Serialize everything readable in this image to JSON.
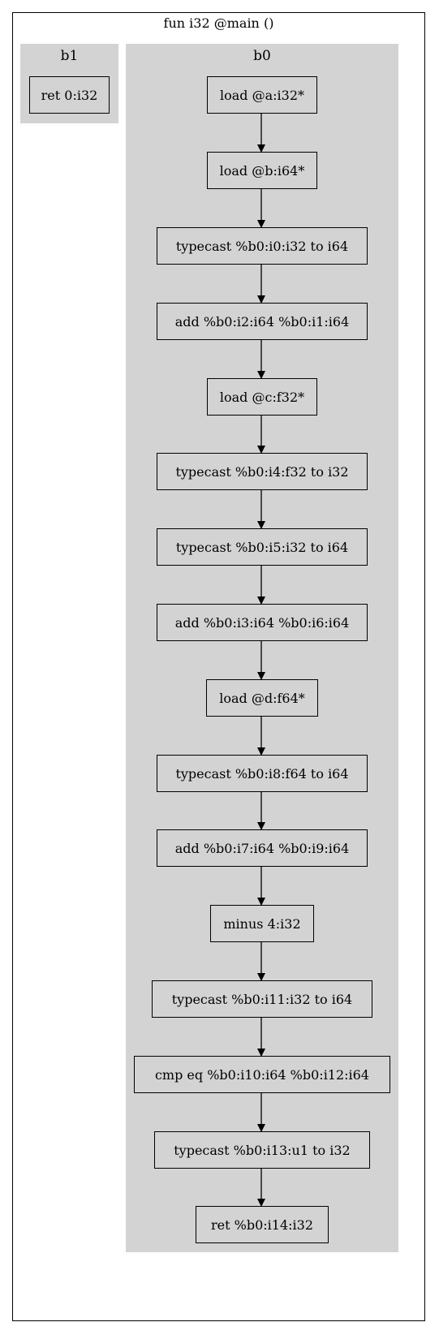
{
  "graph": {
    "title": "fun i32 @main ()",
    "clusters": {
      "b1": {
        "label": "b1",
        "nodes": [
          "ret 0:i32"
        ]
      },
      "b0": {
        "label": "b0",
        "nodes": [
          "load @a:i32*",
          "load @b:i64*",
          "typecast %b0:i0:i32 to i64",
          "add %b0:i2:i64 %b0:i1:i64",
          "load @c:f32*",
          "typecast %b0:i4:f32 to i32",
          "typecast %b0:i5:i32 to i64",
          "add %b0:i3:i64 %b0:i6:i64",
          "load @d:f64*",
          "typecast %b0:i8:f64 to i64",
          "add %b0:i7:i64 %b0:i9:i64",
          "minus 4:i32",
          "typecast %b0:i11:i32 to i64",
          "cmp eq %b0:i10:i64 %b0:i12:i64",
          "typecast %b0:i13:u1 to i32",
          "ret %b0:i14:i32"
        ]
      }
    },
    "colors": {
      "cluster_fill": "#d3d3d3",
      "node_fill": "#d3d3d3",
      "stroke": "#000000",
      "background": "#ffffff"
    }
  }
}
